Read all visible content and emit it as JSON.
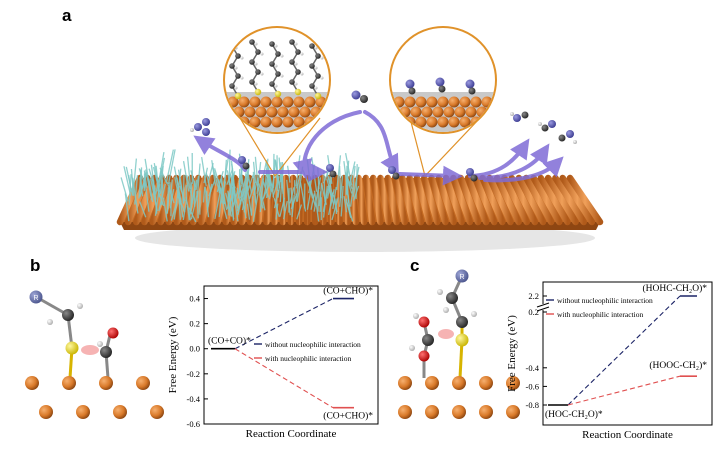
{
  "panels": {
    "a": "a",
    "b": "b",
    "c": "c"
  },
  "colors": {
    "copper": "#d97a2a",
    "copper_dark": "#a8561c",
    "nanowire": "#7ec9c6",
    "arrow": "#7f6cd6",
    "carbon": "#3a3a3a",
    "oxygen": "#d81e1e",
    "sulfur": "#f2e21b",
    "hydrogen": "#e6e6e6",
    "nitrogen": "#5a5aa8",
    "without_line": "#1c2466",
    "with_line": "#e05050"
  },
  "chart_data": [
    {
      "type": "line",
      "panel": "b",
      "ylabel": "Free Energy (eV)",
      "xlabel": "Reaction Coordinate",
      "ylim": [
        -0.6,
        0.5
      ],
      "yticks": [
        "0.4",
        "0.2",
        "0.0",
        "-0.2",
        "-0.4",
        "-0.6"
      ],
      "ytick_values": [
        0.4,
        0.2,
        0.0,
        -0.2,
        -0.4,
        -0.6
      ],
      "states": {
        "initial": {
          "label": "(CO+CO)*",
          "value": 0.0
        },
        "without_final": {
          "label": "(CO+CHO)*",
          "value": 0.4
        },
        "with_final": {
          "label": "(CO+CHO)*",
          "value": -0.47
        }
      },
      "series": [
        {
          "name": "without nucleophilic interaction",
          "values": [
            0.0,
            0.4
          ]
        },
        {
          "name": "with nucleophilic interaction",
          "values": [
            0.0,
            -0.47
          ]
        }
      ]
    },
    {
      "type": "line",
      "panel": "c",
      "ylabel": "Free Energy (eV)",
      "xlabel": "Reaction Coordinate",
      "yticks": [
        "2.2",
        "0.2",
        "-0.4",
        "-0.6",
        "-0.8"
      ],
      "ytick_values": [
        2.2,
        0.2,
        -0.4,
        -0.6,
        -0.8
      ],
      "axis_break": true,
      "states": {
        "initial": {
          "label": "(HOC-CH₂O)*",
          "value": -0.8
        },
        "without_final": {
          "label": "(HOHC-CH₂O)*",
          "value": 2.2
        },
        "with_final": {
          "label": "(HOOC-CH₂)*",
          "value": -0.49
        }
      },
      "series": [
        {
          "name": "without nucleophilic interaction",
          "values": [
            -0.8,
            2.2
          ]
        },
        {
          "name": "with nucleophilic interaction",
          "values": [
            -0.8,
            -0.49
          ]
        }
      ]
    }
  ]
}
